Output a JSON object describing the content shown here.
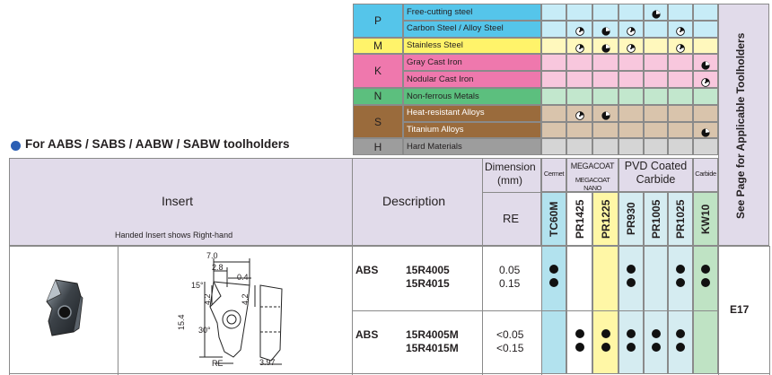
{
  "section_title": "For AABS / SABS / AABW / SABW toolholders",
  "section_bullet_color": "#2b5fb4",
  "materials": [
    {
      "group": "P",
      "name": "Free-cutting steel",
      "color": "#55c5ea"
    },
    {
      "group": "P",
      "name": "Carbon Steel / Alloy Steel",
      "color": "#55c5ea"
    },
    {
      "group": "M",
      "name": "Stainless Steel",
      "color": "#fff36a"
    },
    {
      "group": "K",
      "name": "Gray Cast Iron",
      "color": "#ef78ad"
    },
    {
      "group": "K",
      "name": "Nodular Cast Iron",
      "color": "#ef78ad"
    },
    {
      "group": "N",
      "name": "Non-ferrous Metals",
      "color": "#5cbf7e"
    },
    {
      "group": "S",
      "name": "Heat-resistant Alloys",
      "color": "#9a6b3c"
    },
    {
      "group": "S",
      "name": "Titanium Alloys",
      "color": "#9a6b3c"
    },
    {
      "group": "H",
      "name": "Hard Materials",
      "color": "#9d9d9d"
    }
  ],
  "side_label": "See Page for Applicable Toolholders",
  "header": {
    "insert": "Insert",
    "handed_note": "Handed Insert shows Right-hand",
    "description": "Description",
    "dimension": "Dimension",
    "dimension_unit": "(mm)",
    "re": "RE"
  },
  "grade_groups": [
    {
      "label": "Cermet"
    },
    {
      "label": "MEGACOAT",
      "sublabel": "MEGACOAT NANO"
    },
    {
      "label": "PVD Coated Carbide"
    },
    {
      "label": "Carbide"
    }
  ],
  "grades": [
    "TC60M",
    "PR1425",
    "PR1225",
    "PR930",
    "PR1005",
    "PR1025",
    "KW10"
  ],
  "grade_colors": [
    "#b2e2ee",
    "#ffffff",
    "#fff7a6",
    "#d5ecf1",
    "#d5ecf1",
    "#d5ecf1",
    "#bfe3c4"
  ],
  "recommendation_grid": [
    [
      "",
      "",
      "",
      "",
      "first",
      "",
      ""
    ],
    [
      "",
      "second",
      "first",
      "second",
      "",
      "second",
      ""
    ],
    [
      "",
      "second",
      "first",
      "second",
      "",
      "second",
      ""
    ],
    [
      "",
      "",
      "",
      "",
      "",
      "",
      "first"
    ],
    [
      "",
      "",
      "",
      "",
      "",
      "",
      "second"
    ],
    [
      "",
      "",
      "",
      "",
      "",
      "",
      ""
    ],
    [
      "",
      "second",
      "first",
      "",
      "",
      "",
      ""
    ],
    [
      "",
      "",
      "",
      "",
      "",
      "",
      "first"
    ],
    [
      "",
      "",
      "",
      "",
      "",
      "",
      ""
    ]
  ],
  "rows": [
    {
      "series": "ABS",
      "codes": [
        "15R4005",
        "15R4015"
      ],
      "re": [
        "0.05",
        "0.15"
      ],
      "stock": [
        true,
        false,
        false,
        true,
        false,
        true,
        true
      ]
    },
    {
      "series": "ABS",
      "codes": [
        "15R4005M",
        "15R4015M"
      ],
      "re": [
        "<0.05",
        "<0.15"
      ],
      "stock": [
        false,
        true,
        true,
        true,
        true,
        true,
        false
      ]
    }
  ],
  "page_ref": "E17",
  "drawing": {
    "dims": [
      "7.0",
      "2.8",
      "0.4",
      "15°",
      "4.2",
      "4.2",
      "15.4",
      "30°",
      "RE",
      "3.97"
    ]
  }
}
